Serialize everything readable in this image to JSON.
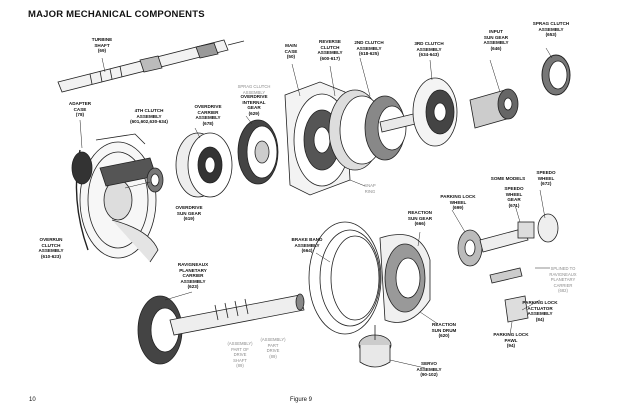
{
  "title": "MAJOR MECHANICAL  COMPONENTS",
  "page_number": "10",
  "figure_label": "Figure 9",
  "labels": {
    "turbine_shaft": "TURBINE\nSHAFT\n(69)",
    "adapter_case": "ADAPTER\nCASE\n(78)",
    "fourth_clutch": "4TH CLUTCH\nASSEMBLY\n(601,602,630-634)",
    "overdrive_carrier": "OVERDRIVE\nCARRIER\nASSEMBLY\n(678)",
    "sprag_clutch_overdrive": "SPRAG CLUTCH\nASSEMBLY",
    "overdrive_internal_gear": "OVERDRIVE\nINTERNAL\nGEAR\n(629)",
    "main_case": "MAIN\nCASE\n(50)",
    "reverse_clutch": "REVERSE\nCLUTCH\nASSEMBLY\n(600-617)",
    "second_clutch": "2ND CLUTCH\nASSEMBLY\n(618-625)",
    "third_clutch": "3RD CLUTCH\nASSEMBLY\n(634-643)",
    "input_sun_gear": "INPUT\nSUN GEAR\nASSEMBLY\n(646)",
    "sprag_clutch_top": "SPRAG CLUTCH\nASSEMBLY\n(653)",
    "snap_ring": "SNAP\nRING",
    "overrun_clutch": "OVERRUN\nCLUTCH\nASSEMBLY\n(610-623)",
    "overdrive_sun_gear": "OVERDRIVE\nSUN GEAR\n(619)",
    "reaction_sun_gear": "REACTION\nSUN GEAR\n(666)",
    "some_models": "SOME MODELS",
    "speedo_wheel": "SPEEDO\nWHEEL\n(672)",
    "parking_lock_wheel": "PARKING LOCK\nWHEEL\n(699)",
    "speedo_wheel_gear": "SPEEDO\nWHEEL\nGEAR\n(671)",
    "brake_band": "BRAKE BAND\nASSEMBLY\n(664)",
    "ravigneaux_carrier": "RAVIGNEAUX\nPLANETARY\nCARRIER\nASSEMBLY\n(623)",
    "splined_ravigneaux": "SPLINED TO\nRAVIGNEAUX\nPLANETARY\nCARRIER\n(682)",
    "parking_lock_actuator": "PARKING  LOCK\nACTUATOR\nASSEMBLY\n(84)",
    "reaction_sun_drum": "REACTION\nSUN DRUM\n(620)",
    "parking_lock_pawl": "PARKING  LOCK\nPAWL\n(94)",
    "washer_a": "(ASSEMBLY)\nPART OF\nDRIVE\nSHAFT\n(89)",
    "washer_b": "(ASSEMBLY)\nPART\nDRIVE\n(89)",
    "servo": "SERVO\nASSEMBLY\n(90-102)"
  }
}
